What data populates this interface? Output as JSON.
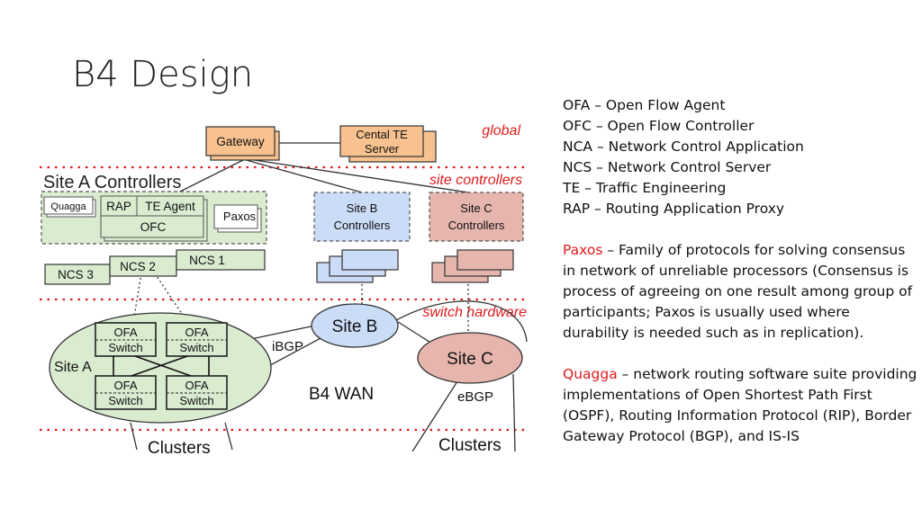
{
  "slide": {
    "title": "B4 Design"
  },
  "colors": {
    "accent_red": "#e11b1b",
    "orange": "#f7c28f",
    "green": "#d9ecd0",
    "blue": "#cbdcf7",
    "pink": "#e6b5ae"
  },
  "diagram": {
    "layers": {
      "global": "global",
      "site_controllers": "site controllers",
      "switch_hardware": "switch hardware"
    },
    "gateway": "Gateway",
    "te_server": [
      "Cental TE",
      "Server"
    ],
    "site_a_title": "Site A Controllers",
    "quagga": "Quagga",
    "rap": "RAP",
    "te_agent": "TE Agent",
    "paxos": "Paxos",
    "ofc": "OFC",
    "site_b_ctrl": [
      "Site B",
      "Controllers"
    ],
    "site_c_ctrl": [
      "Site C",
      "Controllers"
    ],
    "ncs1": "NCS 1",
    "ncs2": "NCS 2",
    "ncs3": "NCS 3",
    "ofa_switch": [
      "OFA",
      "Switch"
    ],
    "site_a": "Site A",
    "site_b": "Site B",
    "site_c": "Site C",
    "ibgp": "iBGP",
    "ebgp": "eBGP",
    "b4_wan": "B4 WAN",
    "clusters": "Clusters"
  },
  "notes": {
    "definitions": [
      "OFA – Open Flow Agent",
      "OFC – Open Flow Controller",
      "NCA – Network Control Application",
      "NCS – Network Control Server",
      "TE – Traffic Engineering",
      "RAP – Routing Application Proxy"
    ],
    "paxos_term": "Paxos",
    "paxos_text": " – Family of protocols for solving consensus in network of unreliable processors (Consensus is process of agreeing on one result among group of participants; Paxos is usually used where durability is needed such as in replication).",
    "quagga_term": "Quagga",
    "quagga_text": " – network routing software suite providing implementations of Open Shortest Path First (OSPF), Routing Information Protocol (RIP), Border Gateway Protocol (BGP), and IS-IS"
  }
}
